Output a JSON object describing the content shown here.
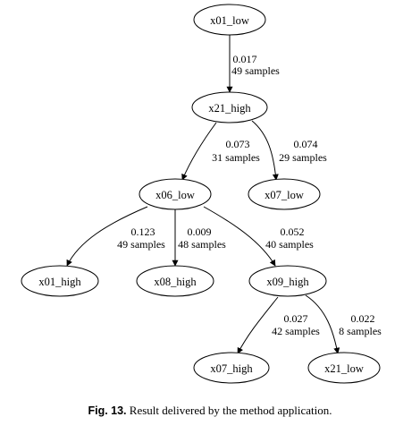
{
  "nodes": [
    {
      "id": "n1",
      "label": "x01_low"
    },
    {
      "id": "n2",
      "label": "x21_high"
    },
    {
      "id": "n3",
      "label": "x06_low"
    },
    {
      "id": "n4",
      "label": "x07_low"
    },
    {
      "id": "n5",
      "label": "x01_high"
    },
    {
      "id": "n6",
      "label": "x08_high"
    },
    {
      "id": "n7",
      "label": "x09_high"
    },
    {
      "id": "n8",
      "label": "x07_high"
    },
    {
      "id": "n9",
      "label": "x21_low"
    }
  ],
  "edges": [
    {
      "from": "n1",
      "to": "n2",
      "value": "0.017",
      "samples": "49 samples"
    },
    {
      "from": "n2",
      "to": "n3",
      "value": "0.073",
      "samples": "31 samples"
    },
    {
      "from": "n2",
      "to": "n4",
      "value": "0.074",
      "samples": "29 samples"
    },
    {
      "from": "n3",
      "to": "n5",
      "value": "0.123",
      "samples": "49 samples"
    },
    {
      "from": "n3",
      "to": "n6",
      "value": "0.009",
      "samples": "48 samples"
    },
    {
      "from": "n3",
      "to": "n7",
      "value": "0.052",
      "samples": "40 samples"
    },
    {
      "from": "n7",
      "to": "n8",
      "value": "0.027",
      "samples": "42 samples"
    },
    {
      "from": "n7",
      "to": "n9",
      "value": "0.022",
      "samples": "8 samples"
    }
  ],
  "caption": {
    "fig_label": "Fig. 13.",
    "text": "Result delivered by the method application."
  }
}
